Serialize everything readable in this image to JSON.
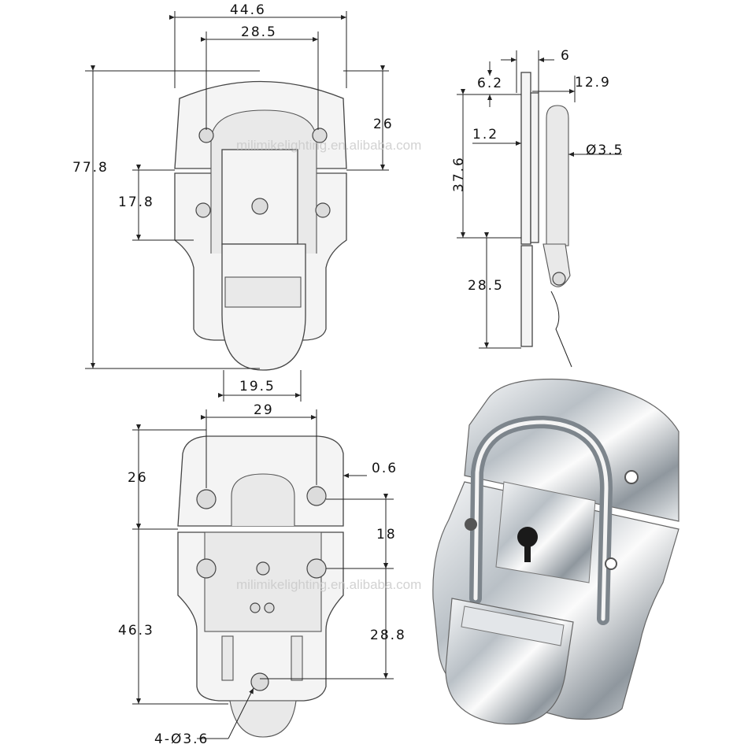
{
  "watermark": "milimikelighting.en.alibaba.com",
  "front_view": {
    "width_overall": "44.6",
    "hole_spacing_top": "28.5",
    "height_overall": "77.8",
    "upper_plate_height": "26",
    "lower_hole_offset": "17.8",
    "tongue_width": "19.5"
  },
  "side_view": {
    "thickness_top": "6",
    "offset_6_2": "6.2",
    "depth_12_9": "12.9",
    "plate_1_2": "1.2",
    "pin_diameter": "Ø3.5",
    "upper_height": "37.6",
    "lower_height": "28.5"
  },
  "back_view": {
    "hole_spacing": "29",
    "upper_height": "26",
    "gap": "0.6",
    "hole_offset": "18",
    "lower_height": "46.3",
    "lower_hole_span": "28.8",
    "mount_holes": "4-Ø3.6"
  },
  "colors": {
    "line": "#222222",
    "chrome": "#d8dde2",
    "watermark": "#c8c8c8"
  }
}
